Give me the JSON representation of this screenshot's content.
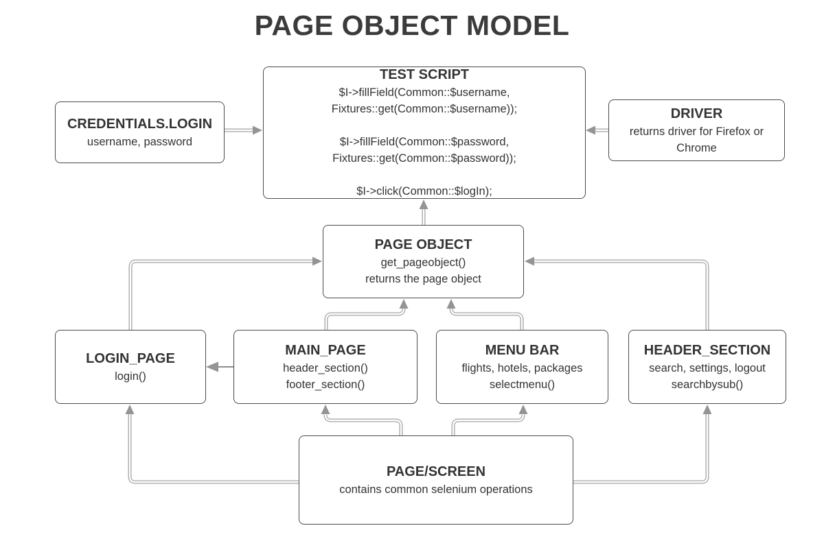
{
  "title": "PAGE OBJECT MODEL",
  "colors": {
    "background": "#ffffff",
    "box_border": "#4a4a4a",
    "connector": "#a3a3a3",
    "text": "#333333"
  },
  "nodes": {
    "test_script": {
      "title": "TEST SCRIPT",
      "lines": [
        "$I->fillField(Common::$username,",
        "Fixtures::get(Common::$username));",
        "",
        "$I->fillField(Common::$password,",
        "Fixtures::get(Common::$password));",
        "",
        "$I->click(Common::$logIn);"
      ]
    },
    "credentials_login": {
      "title": "CREDENTIALS.LOGIN",
      "lines": [
        "username, password"
      ]
    },
    "driver": {
      "title": "DRIVER",
      "lines": [
        "returns driver for Firefox or Chrome"
      ]
    },
    "page_object": {
      "title": "PAGE OBJECT",
      "lines": [
        "get_pageobject()",
        "returns the page object"
      ]
    },
    "login_page": {
      "title": "LOGIN_PAGE",
      "lines": [
        "login()"
      ]
    },
    "main_page": {
      "title": "MAIN_PAGE",
      "lines": [
        "header_section()",
        "footer_section()"
      ]
    },
    "menu_bar": {
      "title": "MENU BAR",
      "lines": [
        "flights, hotels, packages",
        "selectmenu()"
      ]
    },
    "header_section": {
      "title": "HEADER_SECTION",
      "lines": [
        "search, settings, logout",
        "searchbysub()"
      ]
    },
    "page_screen": {
      "title": "PAGE/SCREEN",
      "lines": [
        "contains common selenium operations"
      ]
    }
  },
  "edges": [
    {
      "from": "credentials_login",
      "to": "test_script",
      "style": "link"
    },
    {
      "from": "driver",
      "to": "test_script",
      "style": "link"
    },
    {
      "from": "page_object",
      "to": "test_script",
      "style": "link"
    },
    {
      "from": "login_page",
      "to": "page_object",
      "style": "link"
    },
    {
      "from": "header_section",
      "to": "page_object",
      "style": "link"
    },
    {
      "from": "main_page",
      "to": "page_object",
      "style": "link"
    },
    {
      "from": "menu_bar",
      "to": "page_object",
      "style": "link"
    },
    {
      "from": "main_page",
      "to": "login_page",
      "style": "line"
    },
    {
      "from": "page_screen",
      "to": "main_page",
      "style": "link"
    },
    {
      "from": "page_screen",
      "to": "menu_bar",
      "style": "link"
    },
    {
      "from": "page_screen",
      "to": "login_page",
      "style": "link"
    },
    {
      "from": "page_screen",
      "to": "header_section",
      "style": "link"
    }
  ]
}
